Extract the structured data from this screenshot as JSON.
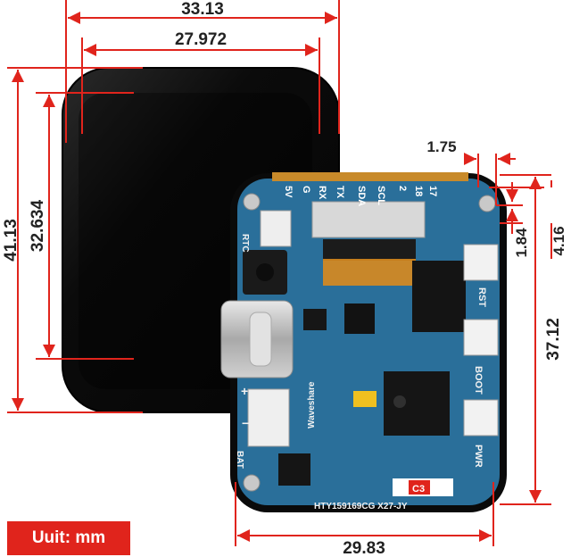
{
  "dimensions": {
    "outer_width": "33.13",
    "display_width": "27.972",
    "outer_height": "41.13",
    "display_height": "32.634",
    "board_width": "29.83",
    "board_height": "37.12",
    "offset_a": "1.75",
    "offset_b": "1.84",
    "offset_c": "4.16"
  },
  "pin_labels": [
    "5V",
    "G",
    "RX",
    "TX",
    "SDA",
    "SCL",
    "2",
    "18",
    "17"
  ],
  "board_labels": {
    "rtc": "RTC",
    "bat": "BAT",
    "rst": "RST",
    "boot": "BOOT",
    "pwr": "PWR",
    "brand": "Waveshare",
    "serial": "HTY159169CG X27-JY",
    "c3": "C3",
    "plus": "+",
    "minus": "−"
  },
  "unit_label": "Uuit: mm",
  "colors": {
    "dimension_line": "#e0241c",
    "pcb": "#2a6f9a",
    "screen": "#0b0b0b"
  }
}
